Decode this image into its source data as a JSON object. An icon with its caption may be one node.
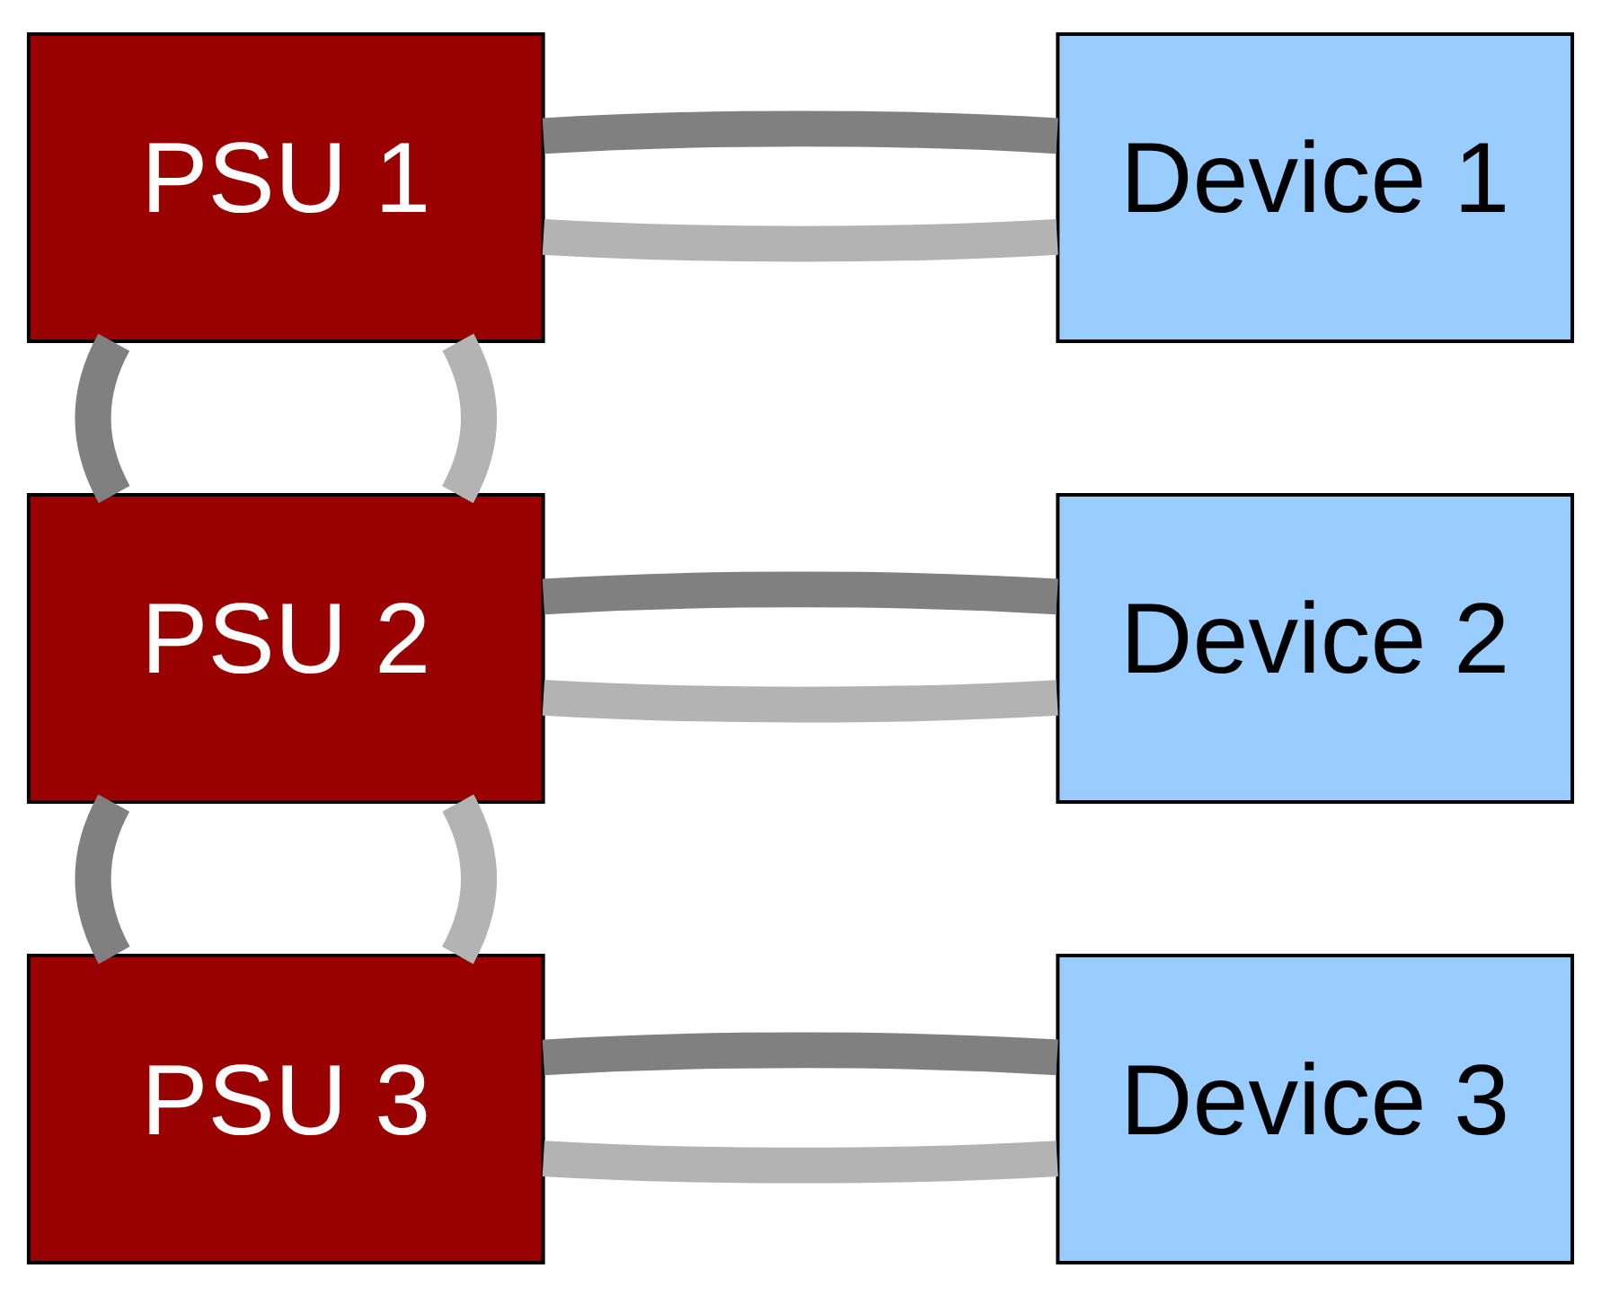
{
  "diagram": {
    "nodes": [
      {
        "text": [
          "PSU 1"
        ]
      },
      {
        "text": [
          "Device 1"
        ]
      },
      {
        "text": [
          "PSU 2"
        ]
      },
      {
        "text": [
          "Device 2"
        ]
      },
      {
        "text": [
          "PSU 3"
        ]
      },
      {
        "text": [
          "Device 3"
        ]
      }
    ],
    "edges": [
      {
        "from": 0,
        "to": 1,
        "arrow": "none",
        "color": "#b3b3b3"
      },
      {
        "from": 0,
        "to": 1,
        "arrow": "none",
        "color": "#808080"
      },
      {
        "from": 2,
        "to": 3,
        "arrow": "none",
        "color": "#b3b3b3"
      },
      {
        "from": 2,
        "to": 3,
        "arrow": "none",
        "color": "#808080"
      },
      {
        "from": 4,
        "to": 5,
        "arrow": "none",
        "color": "#b3b3b3"
      },
      {
        "from": 4,
        "to": 5,
        "arrow": "none",
        "color": "#808080"
      },
      {
        "from": 0,
        "to": 2,
        "arrow": "none",
        "color": "#b3b3b3"
      },
      {
        "from": 2,
        "to": 4,
        "arrow": "none",
        "color": "#b3b3b3"
      },
      {
        "from": 0,
        "to": 2,
        "arrow": "none",
        "color": "#808080"
      },
      {
        "from": 2,
        "to": 4,
        "arrow": "none",
        "color": "#808080"
      }
    ]
  }
}
